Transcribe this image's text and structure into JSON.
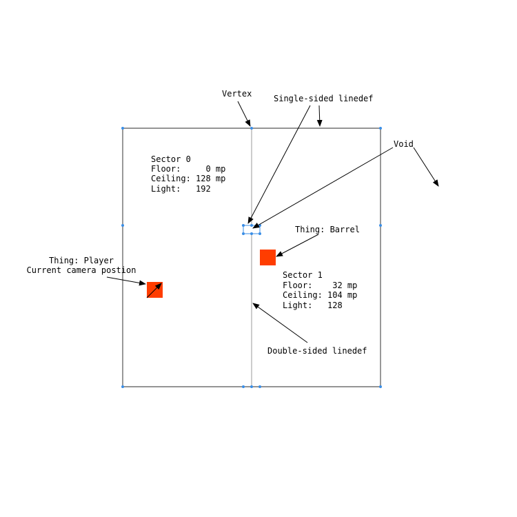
{
  "sector0": {
    "title": "Sector 0",
    "floor": "Floor:     0 mp",
    "ceiling": "Ceiling: 128 mp",
    "light": "Light:   192"
  },
  "sector1": {
    "title": "Sector 1",
    "floor": "Floor:    32 mp",
    "ceiling": "Ceiling: 104 mp",
    "light": "Light:   128"
  },
  "labels": {
    "vertex": "Vertex",
    "single_sided": "Single-sided linedef",
    "void": "Void",
    "barrel": "Thing: Barrel",
    "player_line1": "Thing: Player",
    "player_line2": "Current camera postion",
    "double_sided": "Double-sided linedef"
  },
  "colors": {
    "wall": "#555555",
    "double_sided_line": "#aaaaaa",
    "vertex": "#3a8ee6",
    "thing": "#ff3d00",
    "arrow": "#000000"
  }
}
